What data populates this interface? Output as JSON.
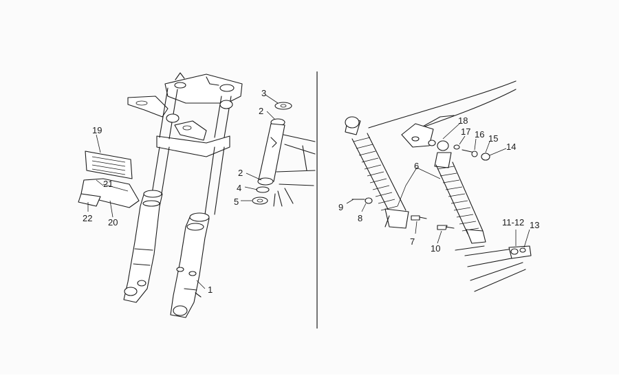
{
  "diagram": {
    "callouts": [
      {
        "id": "c1",
        "label": "1"
      },
      {
        "id": "c2a",
        "label": "2"
      },
      {
        "id": "c2b",
        "label": "2"
      },
      {
        "id": "c3",
        "label": "3"
      },
      {
        "id": "c4",
        "label": "4"
      },
      {
        "id": "c5",
        "label": "5"
      },
      {
        "id": "c19",
        "label": "19"
      },
      {
        "id": "c20",
        "label": "20"
      },
      {
        "id": "c21",
        "label": "21"
      },
      {
        "id": "c22",
        "label": "22"
      },
      {
        "id": "c6",
        "label": "6"
      },
      {
        "id": "c7",
        "label": "7"
      },
      {
        "id": "c8",
        "label": "8"
      },
      {
        "id": "c9",
        "label": "9"
      },
      {
        "id": "c10",
        "label": "10"
      },
      {
        "id": "c1112",
        "label": "11-12"
      },
      {
        "id": "c13",
        "label": "13"
      },
      {
        "id": "c14",
        "label": "14"
      },
      {
        "id": "c15",
        "label": "15"
      },
      {
        "id": "c16",
        "label": "16"
      },
      {
        "id": "c17",
        "label": "17"
      },
      {
        "id": "c18",
        "label": "18"
      }
    ]
  }
}
